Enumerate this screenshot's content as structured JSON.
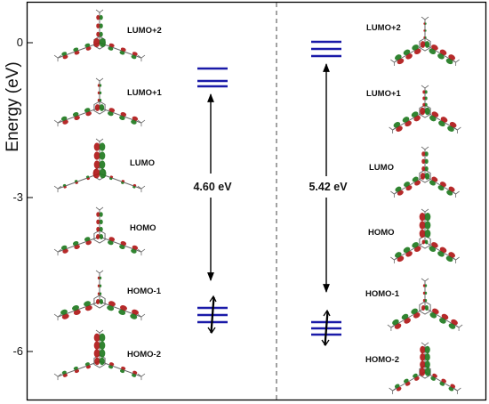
{
  "y_axis": {
    "label": "Energy (eV)",
    "ticks": [
      {
        "value": 0,
        "label": "0"
      },
      {
        "value": -3,
        "label": "-3"
      },
      {
        "value": -6,
        "label": "-6"
      }
    ]
  },
  "colors": {
    "level": "#1a1aa8",
    "arrow": "#000000",
    "lobe_red": "#b01818",
    "lobe_green": "#1f7a1f",
    "frame": "#000000",
    "divider": "#444444"
  },
  "left_panel": {
    "orbitals": [
      "LUMO+2",
      "LUMO+1",
      "LUMO",
      "HOMO",
      "HOMO-1",
      "HOMO-2"
    ],
    "gap_label": "4.60 eV"
  },
  "right_panel": {
    "orbitals": [
      "LUMO+2",
      "LUMO+1",
      "LUMO",
      "HOMO",
      "HOMO-1",
      "HOMO-2"
    ],
    "gap_label": "5.42 eV"
  }
}
